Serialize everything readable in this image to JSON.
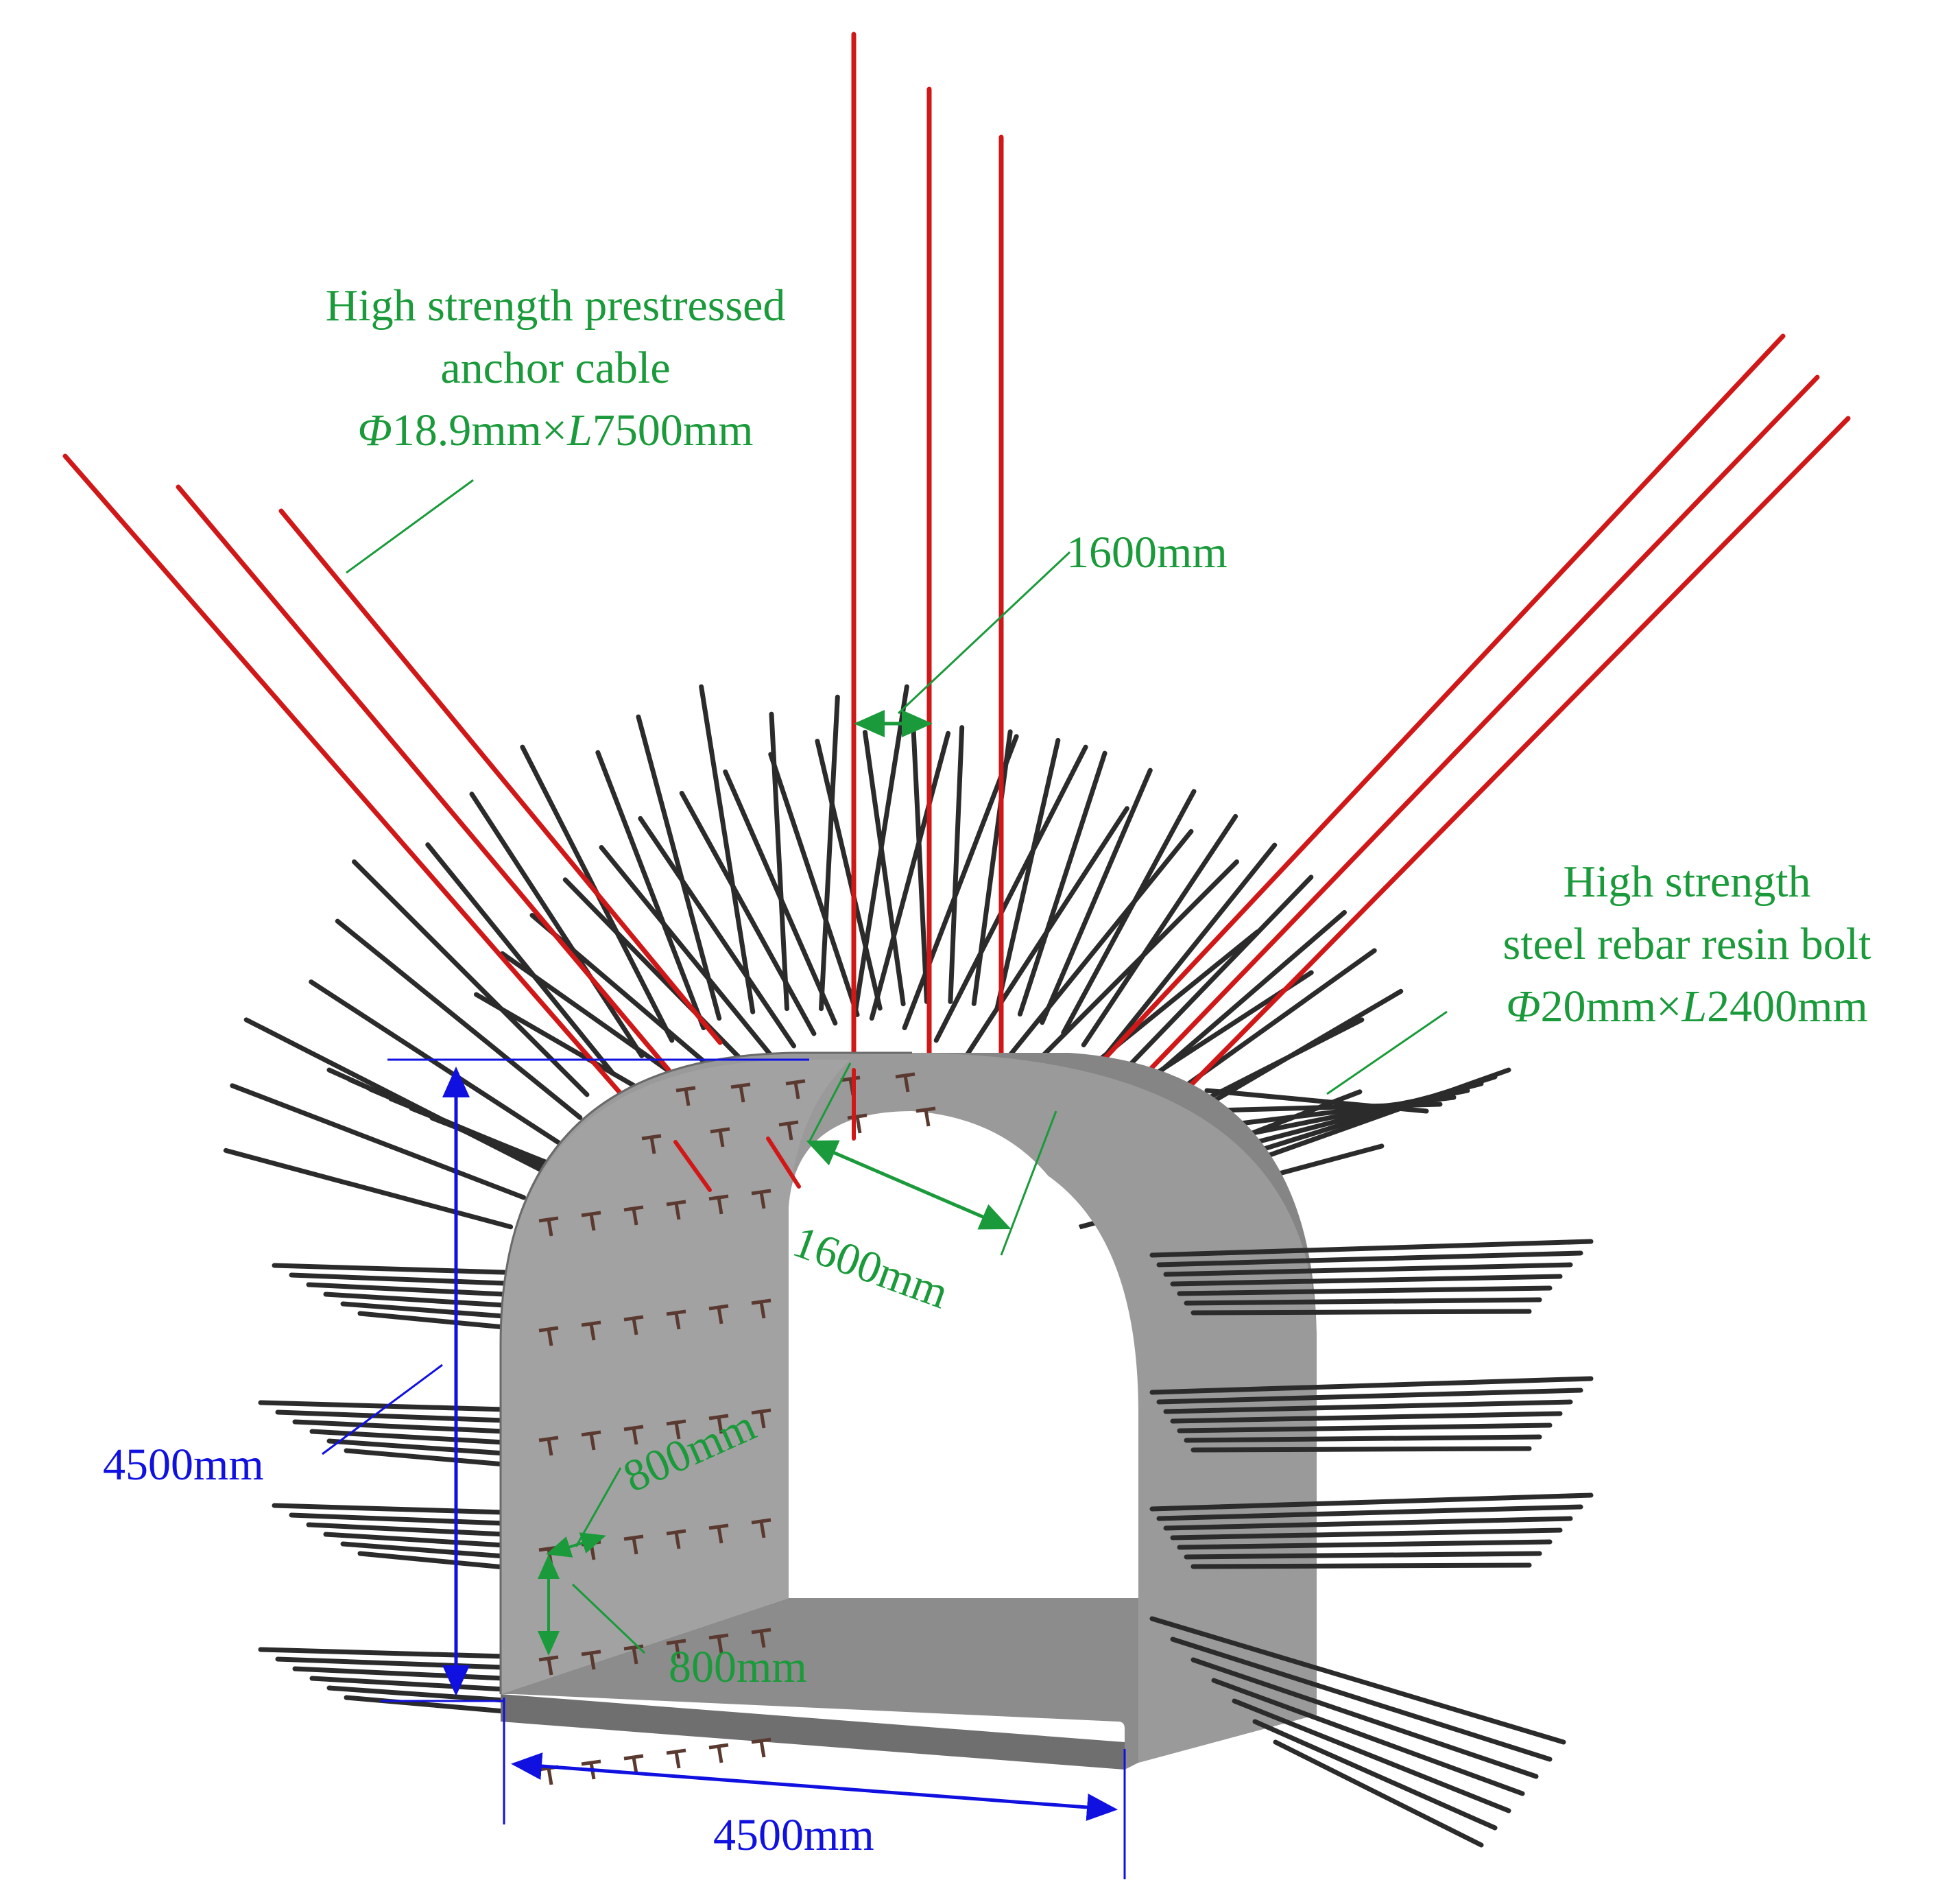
{
  "colors": {
    "cable": "#d01818",
    "bolt": "#2b2b2b",
    "concrete": "#9c9c9c",
    "concrete_dark": "#7e7e7e",
    "floor": "#8a8a8a",
    "annotation_green": "#1a9a3a",
    "dimension_blue": "#1010e0"
  },
  "labels": {
    "cable": {
      "line1": "High  strength prestressed",
      "line2": "anchor cable",
      "spec_phi": "Φ",
      "spec_text": "18.9mm×",
      "spec_l": "L",
      "spec_len": "7500mm"
    },
    "bolt": {
      "line1": "High  strength",
      "line2": "steel rebar resin bolt",
      "spec_phi": "Φ",
      "spec_text": "20mm×",
      "spec_l": "L",
      "spec_len": "2400mm"
    },
    "cable_spacing_top": "1600mm",
    "cable_spacing_roof": "1600mm",
    "bolt_spacing_vertical": "800mm",
    "bolt_spacing_horizontal": "800mm",
    "height": "4500mm",
    "width": "4500mm"
  }
}
